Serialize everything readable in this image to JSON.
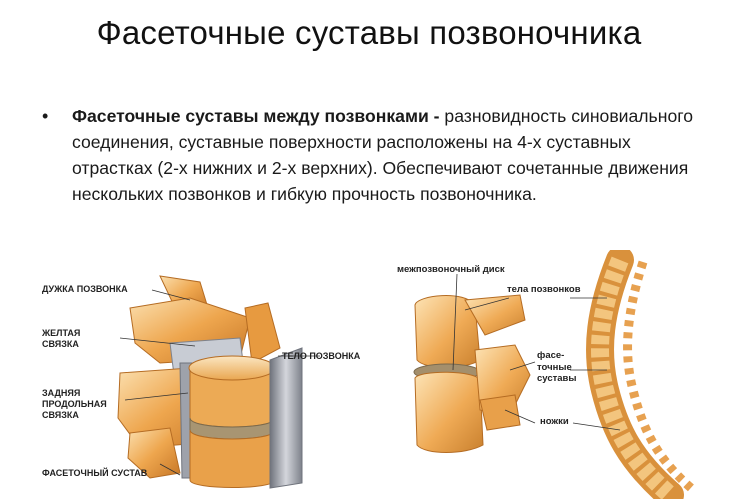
{
  "title": "Фасеточные суставы позвоночника",
  "bullet": {
    "lead": "Фасеточные суставы между позвонками -",
    "text": " разновидность синовиального соединения, суставные поверхности расположены на 4-х суставных отрастках (2-х нижних и 2-х верхних). Обеспечивают сочетанные движения нескольких позвонков и гибкую прочность позвоночника."
  },
  "left_figure": {
    "labels": {
      "arch": "ДУЖКА ПОЗВОНКА",
      "yellow_ligament_1": "ЖЕЛТАЯ",
      "yellow_ligament_2": "СВЯЗКА",
      "body": "ТЕЛО ПОЗВОНКА",
      "posterior_1": "ЗАДНЯЯ",
      "posterior_2": "ПРОДОЛЬНАЯ",
      "posterior_3": "СВЯЗКА",
      "facet": "ФАСЕТОЧНЫЙ СУСТАВ"
    }
  },
  "right_figure": {
    "labels": {
      "disc": "межпозвоночный диск",
      "bodies": "тела позвонков",
      "facet_1": "фасе-",
      "facet_2": "точные",
      "facet_3": "суставы",
      "legs": "ножки"
    }
  },
  "colors": {
    "bone": "#e8a24a",
    "bone_light": "#f6d4a0",
    "bone_dark": "#c77a2a",
    "ligament": "#8c8f99",
    "disc": "#b7a37c"
  }
}
